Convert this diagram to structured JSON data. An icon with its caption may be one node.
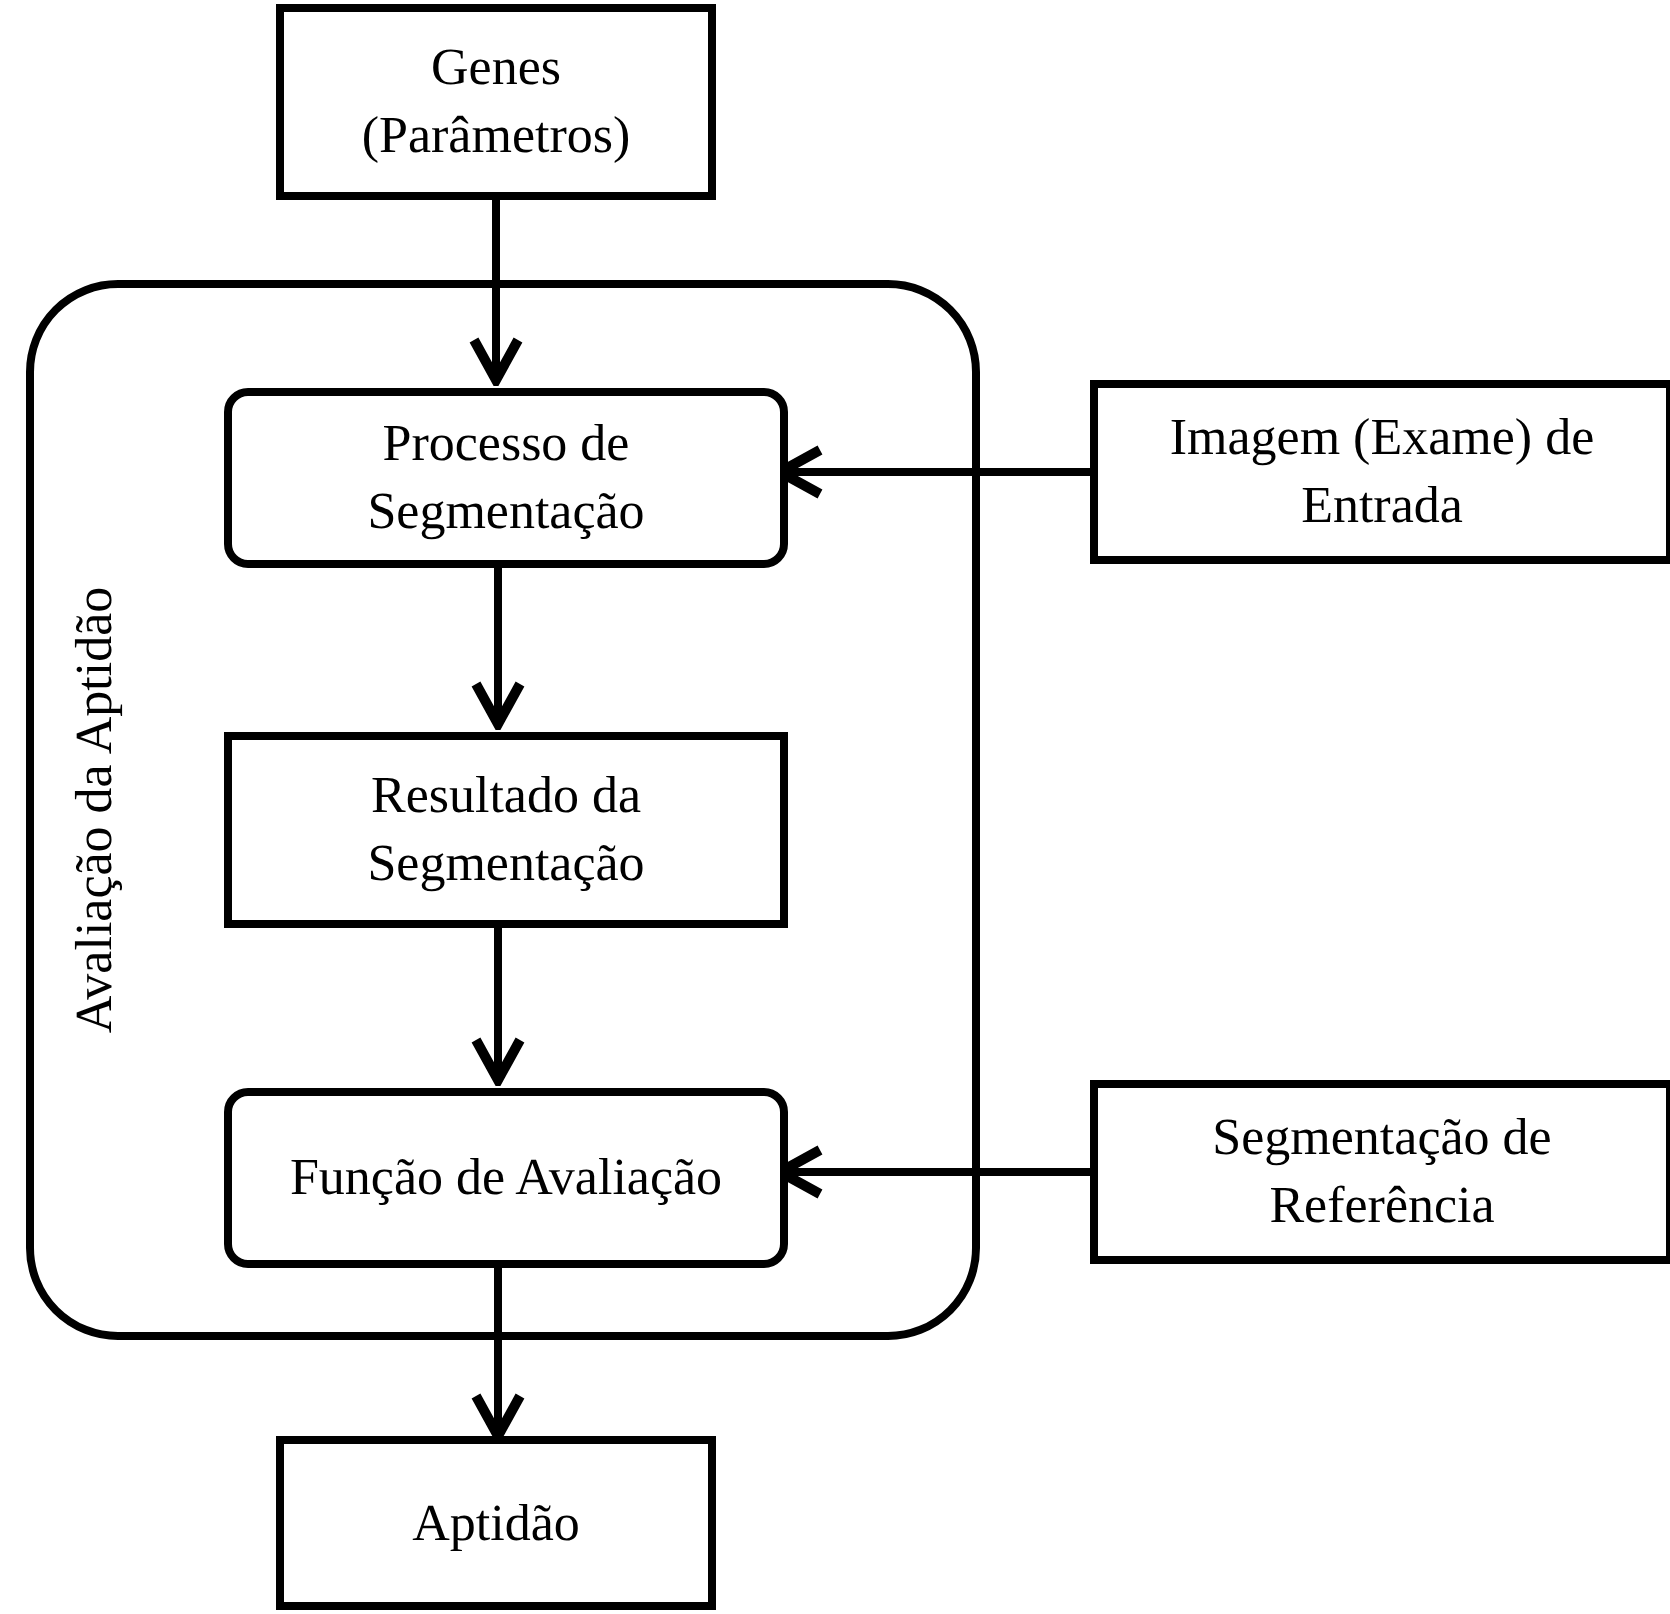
{
  "diagram": {
    "nodes": [
      {
        "text": [
          "Genes (Parâmetros)"
        ]
      },
      {
        "text": [
          "Avaliação da Aptidão"
        ]
      },
      {
        "text": [
          "Processo de Segmentação"
        ],
        "in": 1
      },
      {
        "text": [
          "Imagem (Exame) de Entrada"
        ]
      },
      {
        "text": [
          "Resultado da Segmentação"
        ],
        "in": 1
      },
      {
        "text": [
          "Função de Avaliação"
        ],
        "in": 1
      },
      {
        "text": [
          "Segmentação de Referência"
        ]
      },
      {
        "text": [
          "Aptidão"
        ]
      }
    ],
    "edges": [
      {
        "from": 0,
        "to": 2,
        "arrow": "to"
      },
      {
        "from": 3,
        "to": 2,
        "arrow": "to"
      },
      {
        "from": 2,
        "to": 4,
        "arrow": "to"
      },
      {
        "from": 4,
        "to": 5,
        "arrow": "to"
      },
      {
        "from": 6,
        "to": 5,
        "arrow": "to"
      },
      {
        "from": 5,
        "to": 7,
        "arrow": "to"
      }
    ]
  }
}
